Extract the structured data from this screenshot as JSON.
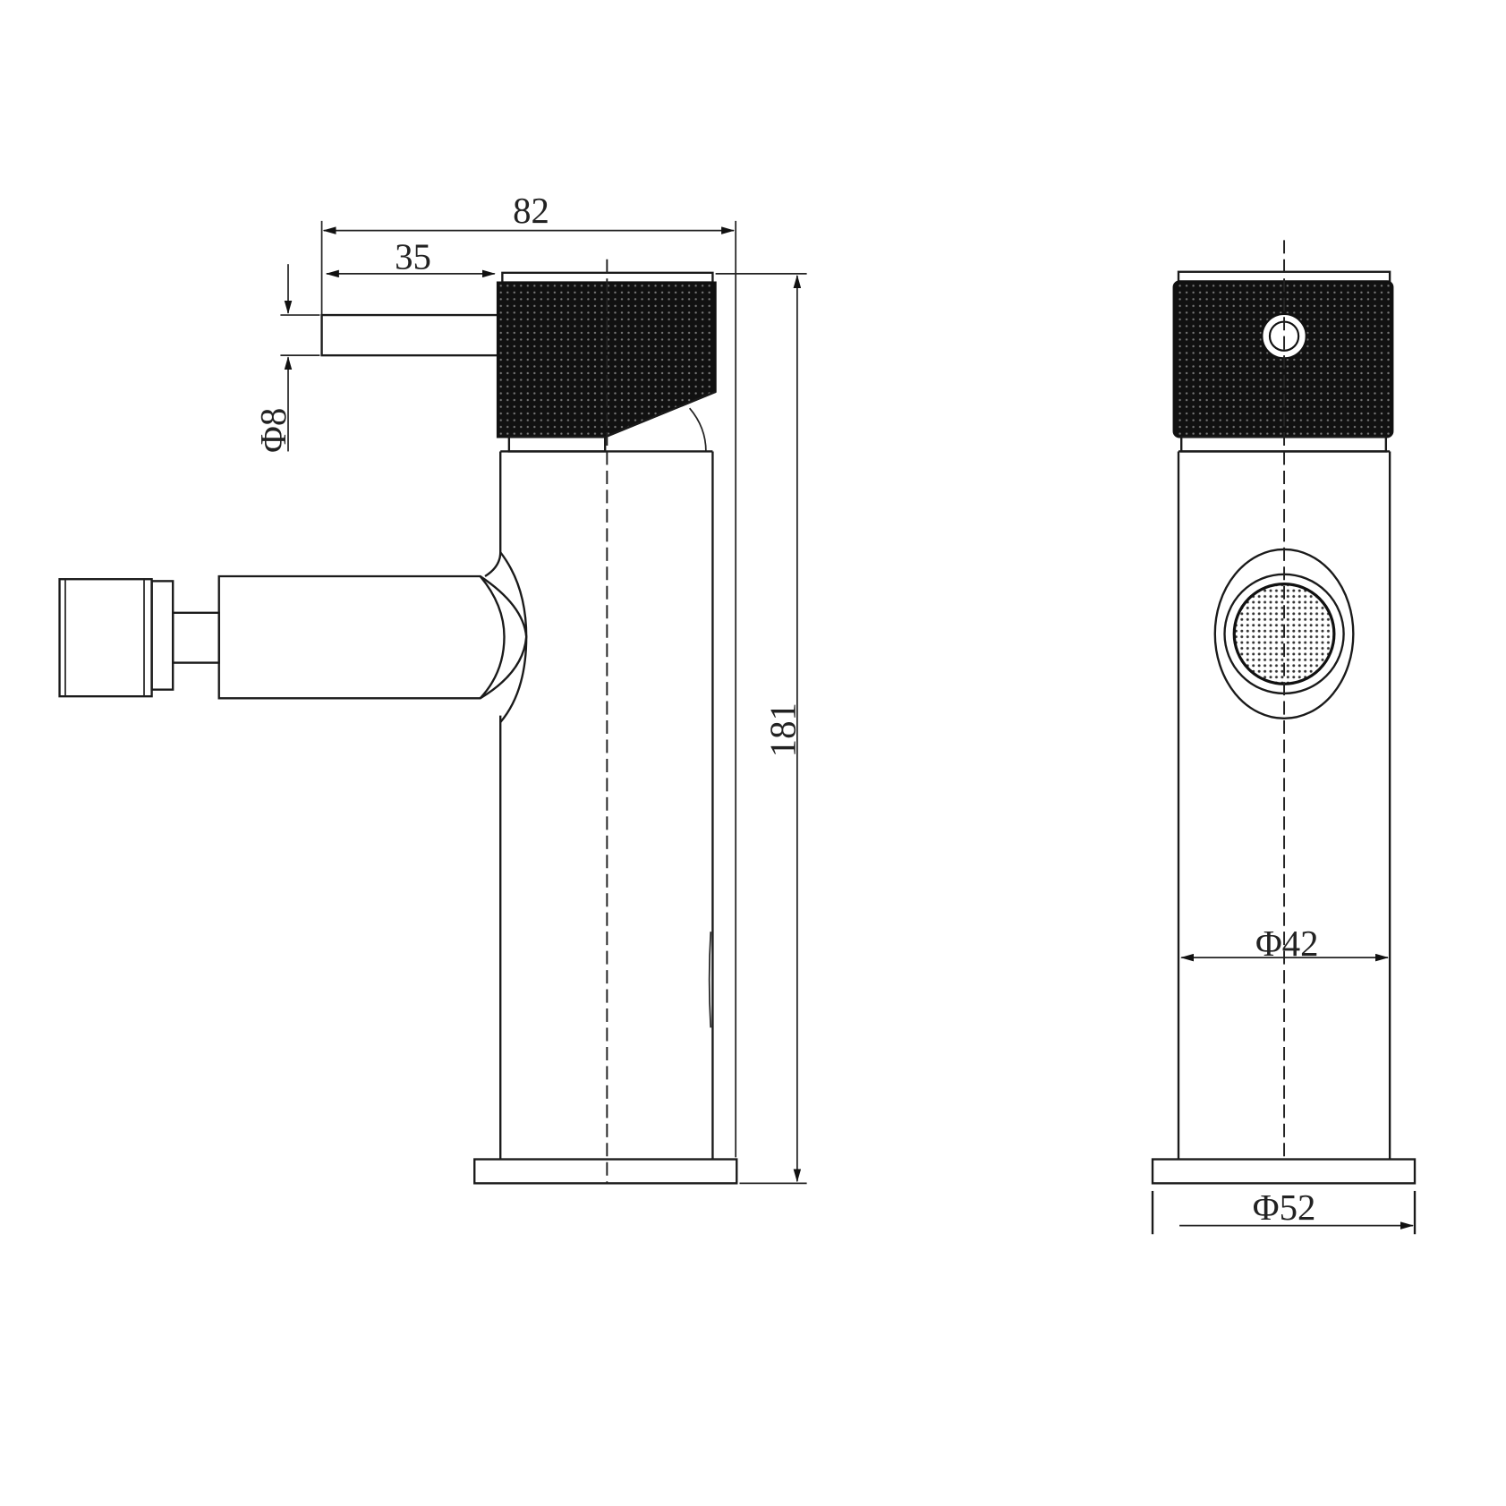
{
  "drawing": {
    "side_view": {
      "overall_width": "82",
      "lever_length": "35",
      "lever_diameter": "Φ8",
      "overall_height": "181"
    },
    "front_view": {
      "body_diameter": "Φ42",
      "base_diameter": "Φ52"
    },
    "colors": {
      "line": "#1a1a1a",
      "handle": "#111111"
    }
  }
}
